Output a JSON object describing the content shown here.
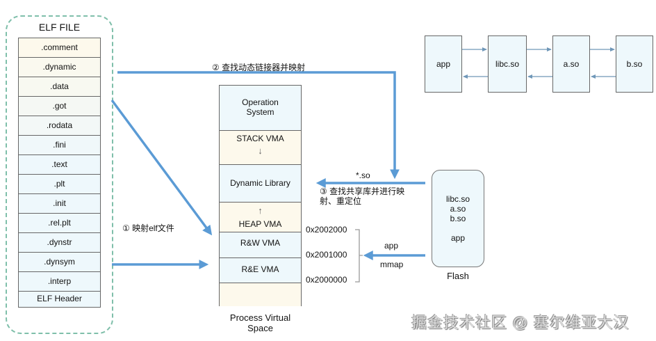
{
  "elf": {
    "title": "ELF FILE",
    "sections": [
      ".comment",
      ".dynamic",
      ".data",
      ".got",
      ".rodata",
      ".fini",
      ".text",
      ".plt",
      ".init",
      ".rel.plt",
      ".dynstr",
      ".dynsym",
      ".interp",
      "ELF Header"
    ]
  },
  "process": {
    "segments": [
      {
        "label": "Operation System",
        "line1": "Operation",
        "line2": "System"
      },
      {
        "label": "STACK VMA"
      },
      {
        "label": "Dynamic Library"
      },
      {
        "label": "HEAP VMA"
      },
      {
        "label": "R&W  VMA"
      },
      {
        "label": "R&E  VMA"
      },
      {
        "label": ""
      }
    ],
    "caption_line1": "Process Virtual",
    "caption_line2": "Space",
    "addresses": [
      "0x2002000",
      "0x2001000",
      "0x2000000"
    ]
  },
  "steps": {
    "step1": "① 映射elf文件",
    "step2": "② 查找动态链接器并映射",
    "step3_line1": "③ 查找共享库并进行映",
    "step3_line2": "射、重定位",
    "so_label": "*.so",
    "app_label": "app",
    "mmap_label": "mmap"
  },
  "chain": {
    "nodes": [
      "app",
      "libc.so",
      "a.so",
      "b.so"
    ]
  },
  "flash": {
    "items": [
      "libc.so",
      "a.so",
      "b.so",
      "",
      "app"
    ],
    "caption": "Flash"
  },
  "watermark": "掘金技术社区 @ 塞尔维亚大汉",
  "colors": {
    "arrow": "#5b9bd5",
    "frame": "#7fbfaa",
    "box_blue": "#eef8fc",
    "box_cream": "#fdf9ec"
  }
}
